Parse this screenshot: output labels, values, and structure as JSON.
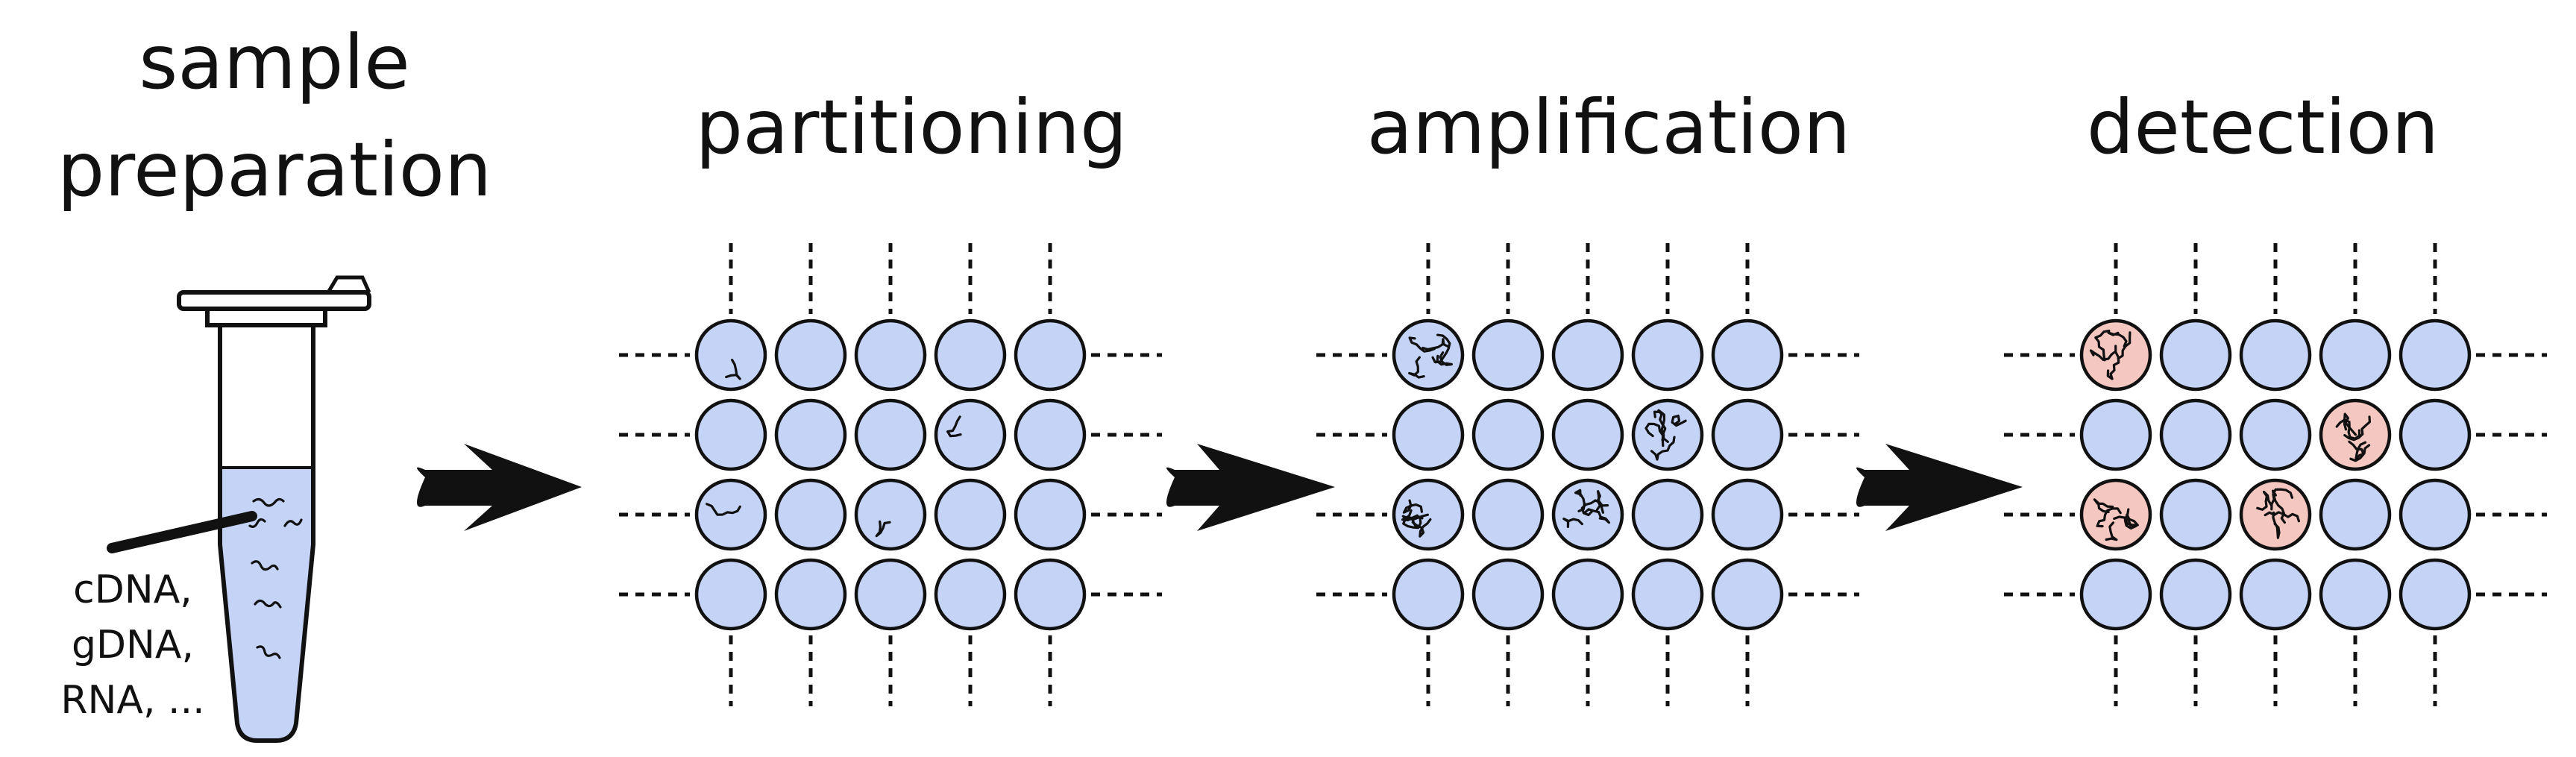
{
  "steps": [
    {
      "key": "sample",
      "title_line1": "sample",
      "title_line2": "preparation"
    },
    {
      "key": "partitioning",
      "title": "partitioning"
    },
    {
      "key": "amplification",
      "title": "amplification"
    },
    {
      "key": "detection",
      "title": "detection"
    }
  ],
  "tube_label": [
    "cDNA,",
    "gDNA,",
    "RNA, ..."
  ],
  "colors": {
    "well_empty": "#c5d3f6",
    "well_positive": "#f4c7c1",
    "stroke": "#111111",
    "tube_liquid": "#c5d3f6"
  },
  "grids": [
    {
      "key": "partitioning",
      "rows": 4,
      "cols": 5,
      "occupied": [
        {
          "row": 0,
          "col": 0,
          "level": "single"
        },
        {
          "row": 1,
          "col": 3,
          "level": "single"
        },
        {
          "row": 2,
          "col": 0,
          "level": "single"
        },
        {
          "row": 2,
          "col": 2,
          "level": "single"
        }
      ]
    },
    {
      "key": "amplification",
      "rows": 4,
      "cols": 5,
      "occupied": [
        {
          "row": 0,
          "col": 0,
          "level": "amplified"
        },
        {
          "row": 1,
          "col": 3,
          "level": "amplified"
        },
        {
          "row": 2,
          "col": 0,
          "level": "amplified"
        },
        {
          "row": 2,
          "col": 2,
          "level": "amplified"
        }
      ]
    },
    {
      "key": "detection",
      "rows": 4,
      "cols": 5,
      "occupied": [
        {
          "row": 0,
          "col": 0,
          "level": "positive"
        },
        {
          "row": 1,
          "col": 3,
          "level": "positive"
        },
        {
          "row": 2,
          "col": 0,
          "level": "positive"
        },
        {
          "row": 2,
          "col": 2,
          "level": "positive"
        }
      ]
    }
  ]
}
